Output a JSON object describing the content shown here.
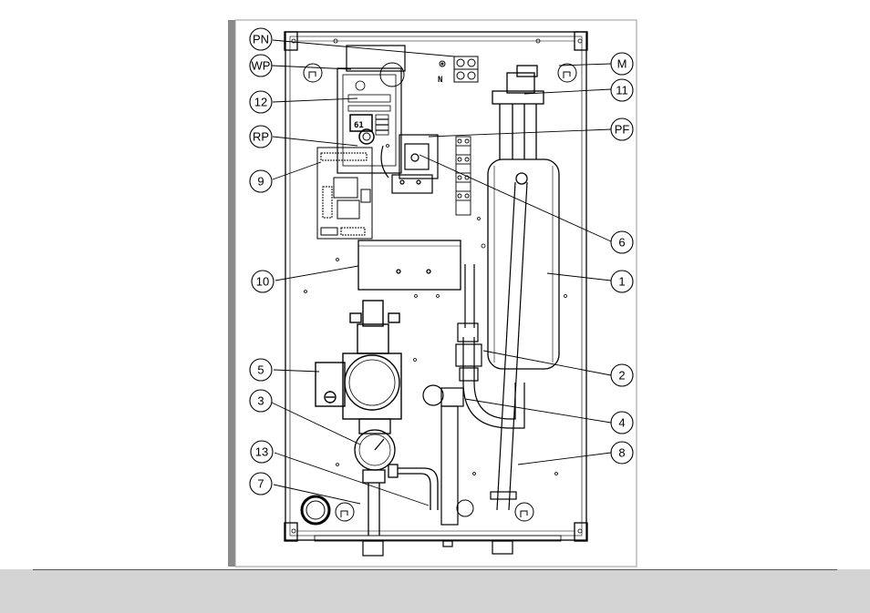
{
  "diagram": {
    "callouts": {
      "pn": "PN",
      "wp": "WP",
      "c12": "12",
      "rp": "RP",
      "c9": "9",
      "c10": "10",
      "c5": "5",
      "c3": "3",
      "c13": "13",
      "c7": "7",
      "m": "M",
      "c11": "11",
      "pf": "PF",
      "c6": "6",
      "c1": "1",
      "c2": "2",
      "c4": "4",
      "c8": "8"
    },
    "display_text": "61",
    "terminal_letter": "N"
  }
}
